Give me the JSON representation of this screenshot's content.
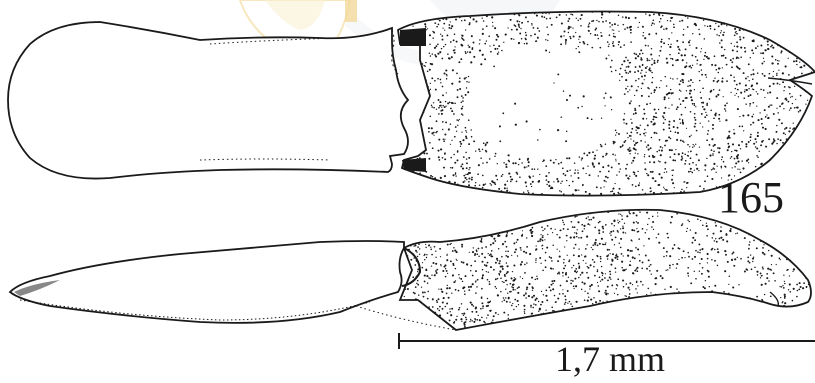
{
  "figure": {
    "number": "165",
    "scale_bar": {
      "label": "1,7 mm"
    },
    "watermark": "institutional-seal-watermark",
    "colors": {
      "ink": "#1a1a1a",
      "watermark": "#e9b94a"
    }
  }
}
